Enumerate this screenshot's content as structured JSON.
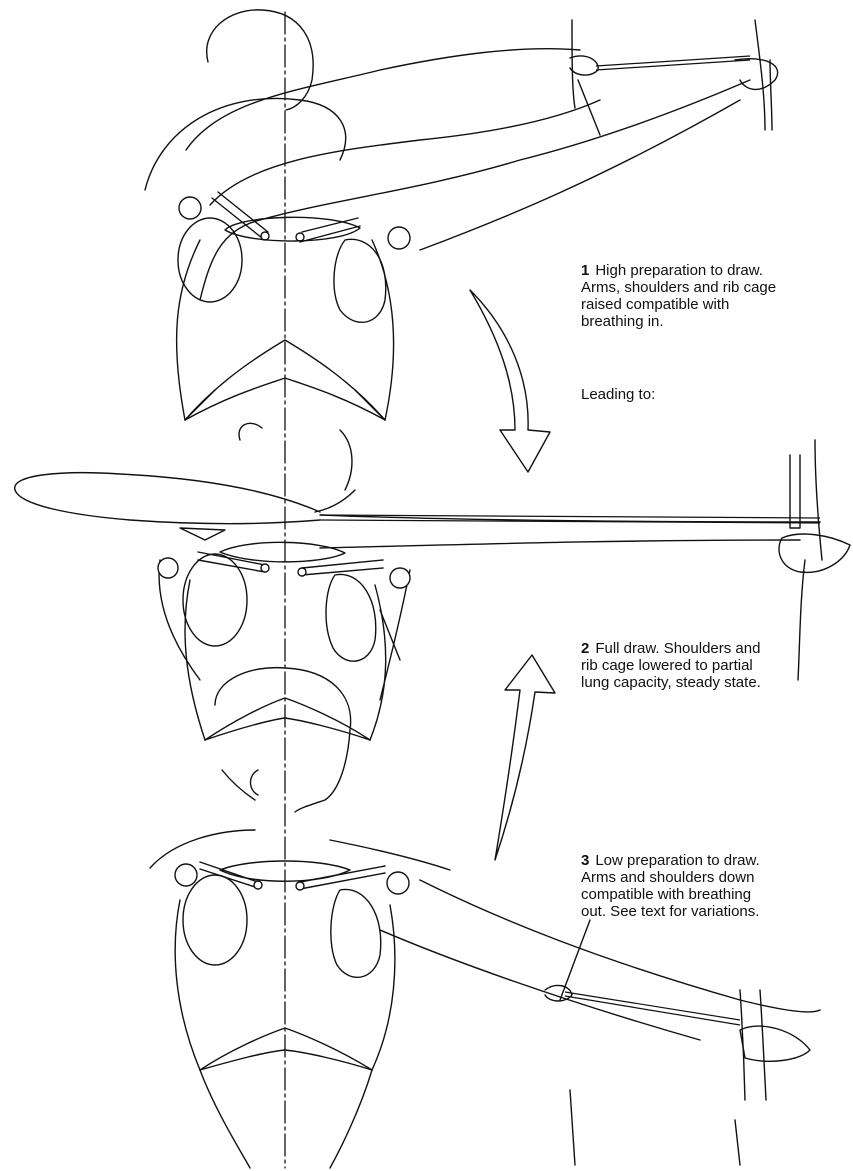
{
  "steps": [
    {
      "number": "1",
      "text": "High preparation to draw.\nArms, shoulders and rib cage\nraised compatible with\nbreathing in."
    },
    {
      "number": "2",
      "text": "Full draw. Shoulders and\nrib cage lowered to partial\nlung capacity, steady state."
    },
    {
      "number": "3",
      "text": "Low preparation to draw.\nArms and shoulders down\ncompatible with breathing\nout. See text for variations."
    }
  ],
  "connector": "Leading to:"
}
